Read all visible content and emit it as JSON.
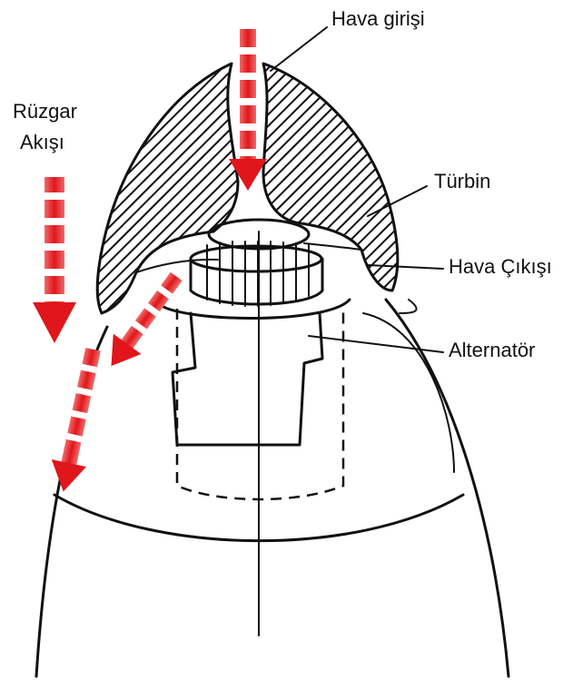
{
  "labels": {
    "air_inlet": "Hava girişi",
    "wind_flow_line1": "Rüzgar",
    "wind_flow_line2": "Akışı",
    "turbine": "Türbin",
    "air_outlet": "Hava Çıkışı",
    "alternator": "Alternatör"
  },
  "colors": {
    "arrow_red": "#e0161b",
    "arrow_stripe": "#ffffff",
    "ink": "#111111",
    "background": "#ffffff"
  }
}
